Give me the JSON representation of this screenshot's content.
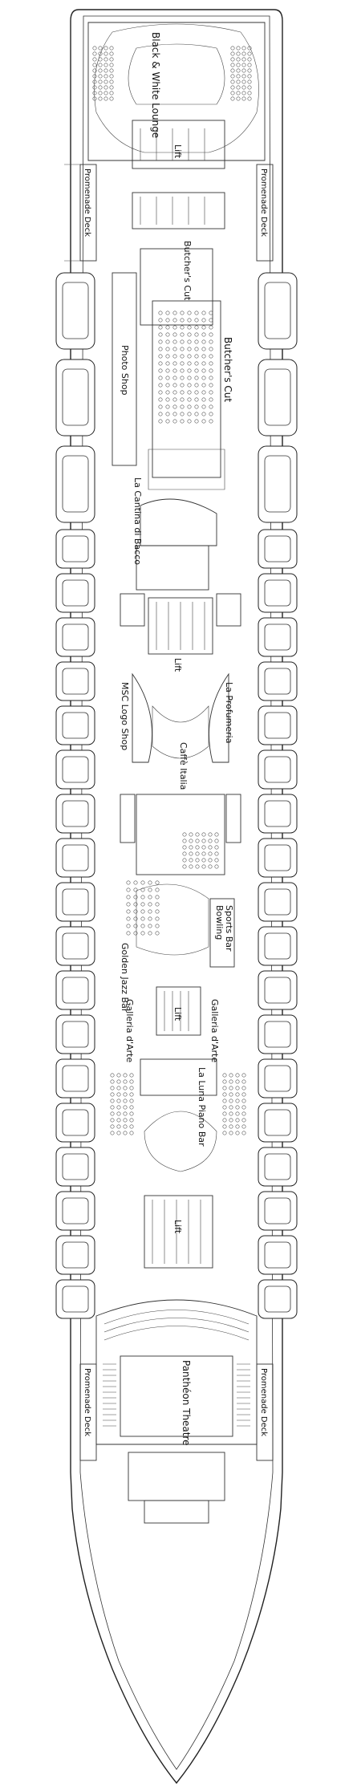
{
  "labels": {
    "black_white_lounge": "Black & White Lounge",
    "lift": "Lift",
    "promenade_deck": "Promenade Deck",
    "butchers_cut_upper": "Butcher's Cut",
    "photo_shop": "Photo Shop",
    "butchers_cut": "Butcher's Cut",
    "la_cantina_di_bacco": "La Cantina di Bacco",
    "msc_logo_shop": "MSC Logo Shop",
    "la_profumeria": "La Profumeria",
    "caffe_italia": "Caffè Italia",
    "sports_bar": "Sports Bar",
    "bowling": "Bowling",
    "golden_jazz_bar": "Golden Jazz Bar",
    "galleria_darte": "Galleria d'Arte",
    "la_luna_piano_bar": "La Luna Piano Bar",
    "panthéon_theatre": "Panthéon Theatre"
  },
  "colors": {
    "line": "#222222",
    "background": "#ffffff"
  }
}
